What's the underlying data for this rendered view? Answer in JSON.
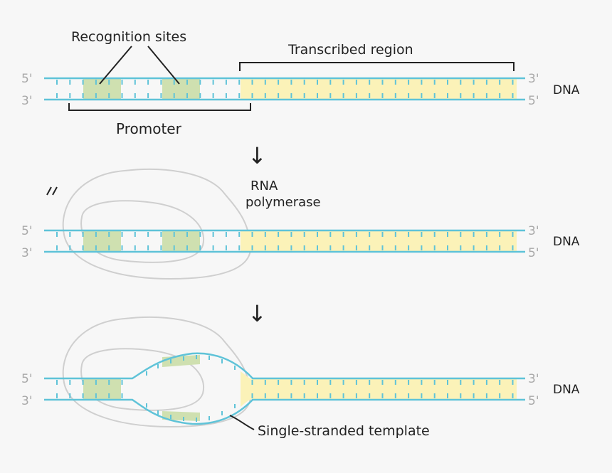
{
  "labels": {
    "recognition_sites": "Recognition sites",
    "transcribed_region": "Transcribed region",
    "promoter": "Promoter",
    "rna_polymerase_line1": "RNA",
    "rna_polymerase_line2": "polymerase",
    "single_stranded_template": "Single-stranded template"
  },
  "strand_ends": {
    "five_prime": "5'",
    "three_prime": "3'"
  },
  "molecule_label": "DNA",
  "arrows": [
    "↓",
    "↓"
  ],
  "colors": {
    "strand": "#5fc3d8",
    "rung": "#5fc3d8",
    "recognition_site": "#cfe0b0",
    "transcribed": "#fbf2b8",
    "polymerase_outline": "#cfcfcf",
    "background": "#f7f7f7",
    "text": "#222222",
    "end_label": "#a9a9a9"
  }
}
